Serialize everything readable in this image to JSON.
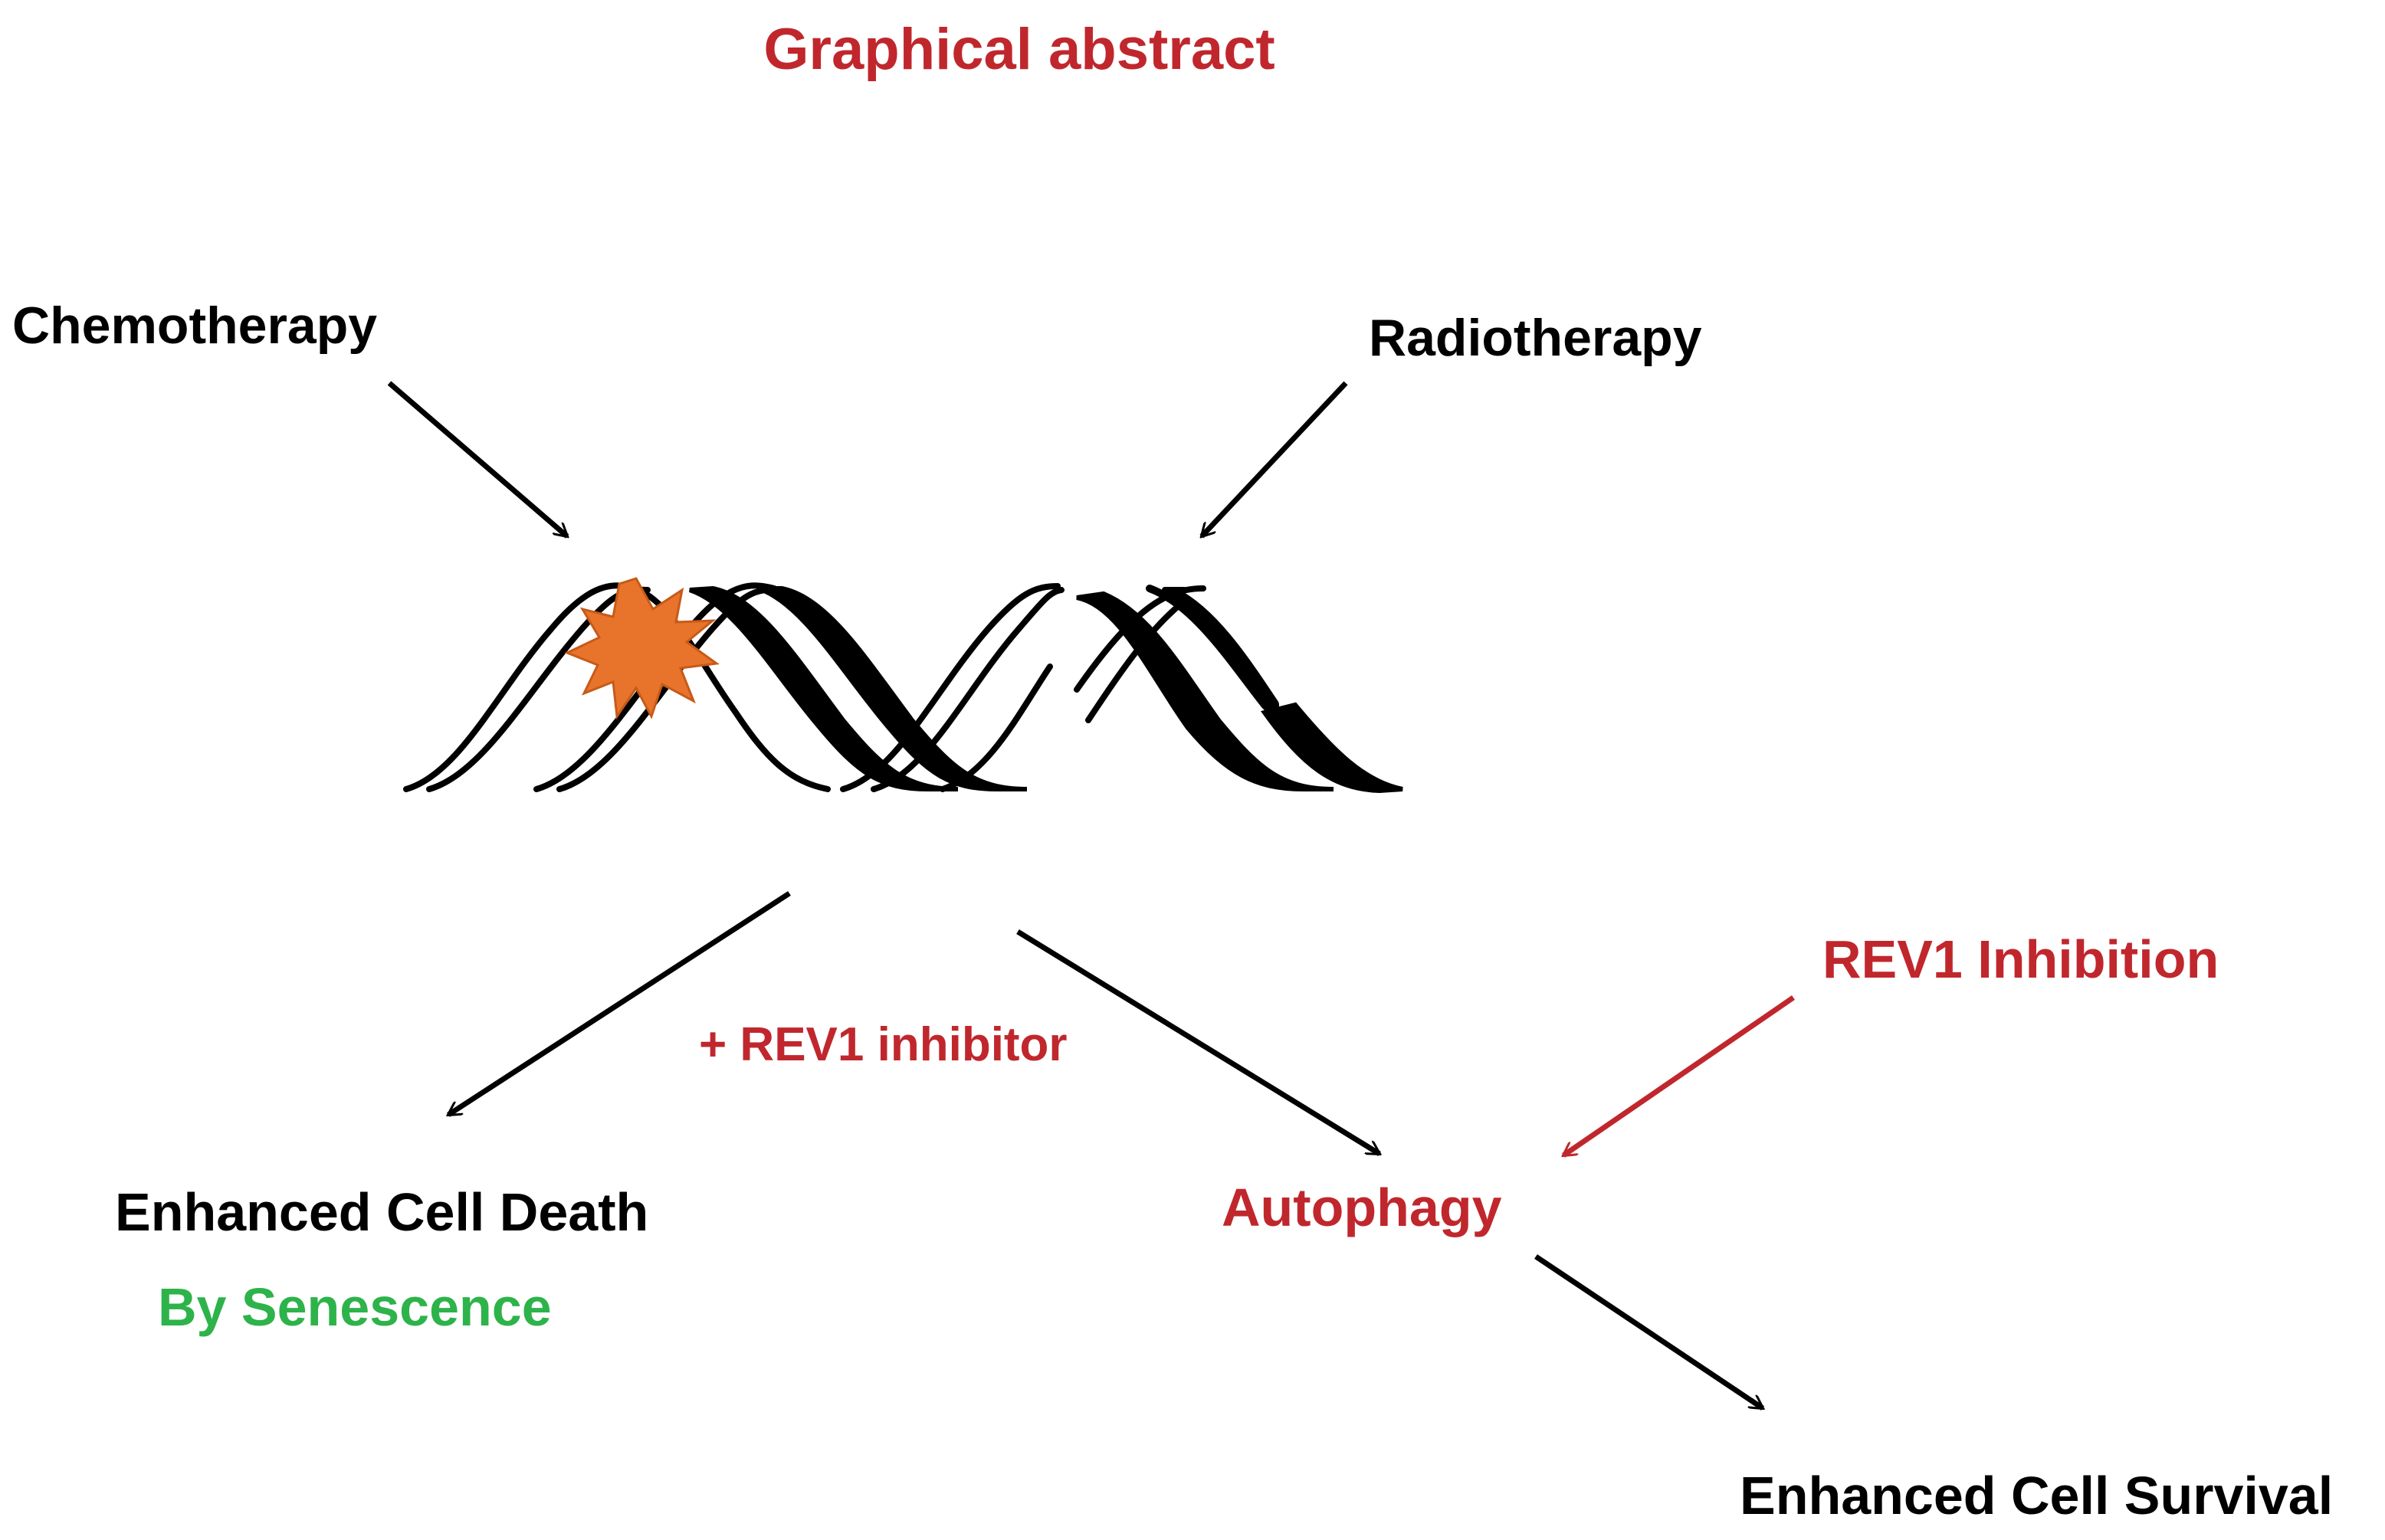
{
  "title": "Graphical abstract",
  "labels": {
    "chemotherapy": "Chemotherapy",
    "radiotherapy": "Radiotherapy",
    "rev1_inhibitor": "+ REV1 inhibitor",
    "rev1_inhibition": "REV1 Inhibition",
    "enhanced_cell_death": "Enhanced Cell Death",
    "by_senescence": "By Senescence",
    "autophagy": "Autophagy",
    "enhanced_cell_survival": "Enhanced Cell Survival"
  },
  "colors": {
    "title": "#c0272d",
    "black": "#000000",
    "red": "#c0272d",
    "green": "#2db34a",
    "damage_star": "#e8742c"
  },
  "icons": {
    "dna": "dna-double-helix-icon",
    "damage": "dna-damage-starburst-icon"
  }
}
